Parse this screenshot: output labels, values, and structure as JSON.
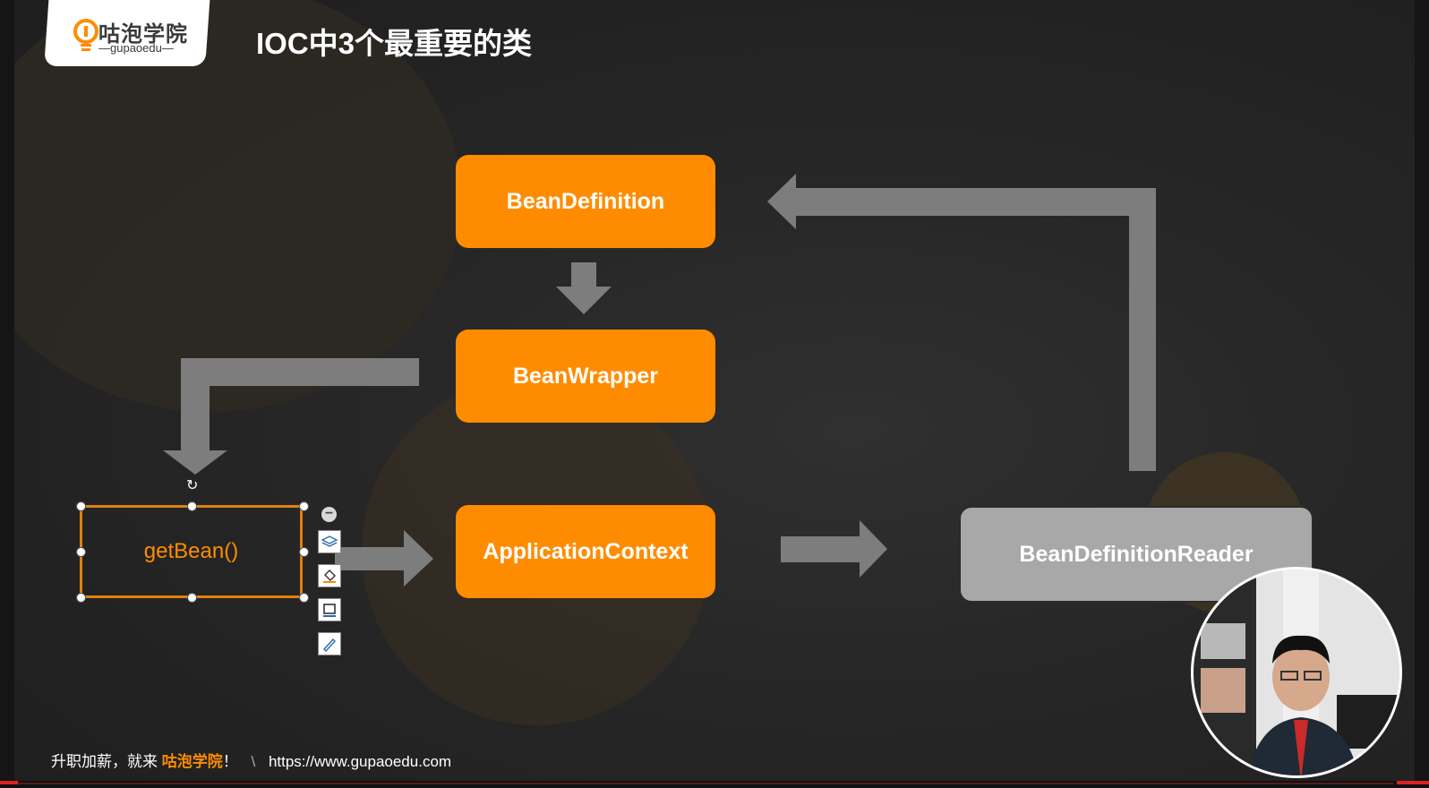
{
  "logo": {
    "name": "咕泡学院",
    "sub": "—gupaoedu—"
  },
  "title": "IOC中3个最重要的类",
  "boxes": {
    "bean_definition": "BeanDefinition",
    "bean_wrapper": "BeanWrapper",
    "application_context": "ApplicationContext",
    "bean_definition_reader": "BeanDefinitionReader",
    "get_bean": "getBean()"
  },
  "footer": {
    "prefix": "升职加薪，就来",
    "brand": "咕泡学院",
    "suffix": "！",
    "separator": "\\",
    "url": "https://www.gupaoedu.com"
  },
  "toolbar": {
    "collapse": "−",
    "layers": "layers-icon",
    "fill": "fill-bucket-icon",
    "outline": "outline-icon",
    "pen": "pen-icon"
  },
  "colors": {
    "accent": "#ff8c00",
    "arrow": "#7d7d7d",
    "reader_box": "#a8a8a8"
  }
}
